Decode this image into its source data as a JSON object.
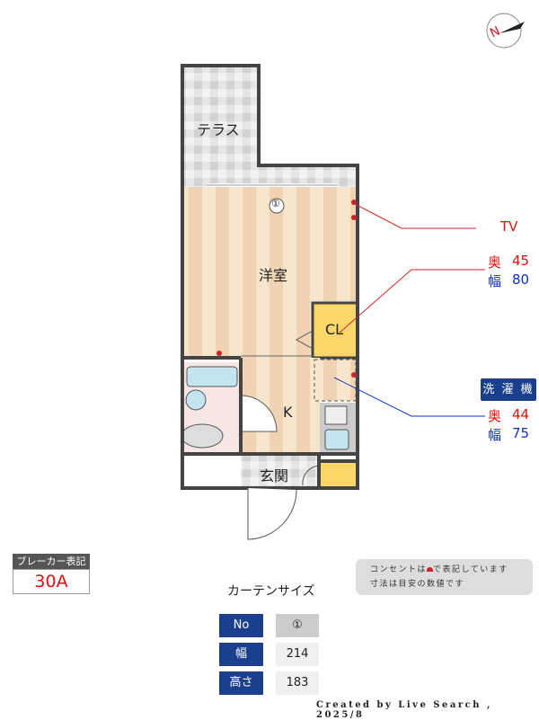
{
  "rooms": {
    "terrace": "テラス",
    "western": "洋室",
    "closet": "CL",
    "kitchen": "K",
    "entrance": "玄関",
    "curtain_marker": "①"
  },
  "callouts": {
    "tv": "TV",
    "window": {
      "depth_label": "奥",
      "depth": "45",
      "width_label": "幅",
      "width": "80"
    },
    "washer": {
      "badge": "洗 濯 機",
      "depth_label": "奥",
      "depth": "44",
      "width_label": "幅",
      "width": "75"
    }
  },
  "breaker": {
    "header": "ブレーカー表記",
    "value": "30A"
  },
  "note": {
    "line1_a": "コンセントは",
    "line1_b": "で表記しています",
    "line2": "寸法は目安の数値です"
  },
  "curtain": {
    "title": "カーテンサイズ",
    "rows": [
      {
        "key": "No",
        "value": "①"
      },
      {
        "key": "幅",
        "value": "214"
      },
      {
        "key": "高さ",
        "value": "183"
      }
    ]
  },
  "compass": {
    "label": "N"
  },
  "credit": "Created by Live Search , 2025/8",
  "colors": {
    "outlet": "#d0202a",
    "label_red": "#e01010",
    "label_blue": "#1030c0",
    "badge": "#1a3f8c"
  }
}
